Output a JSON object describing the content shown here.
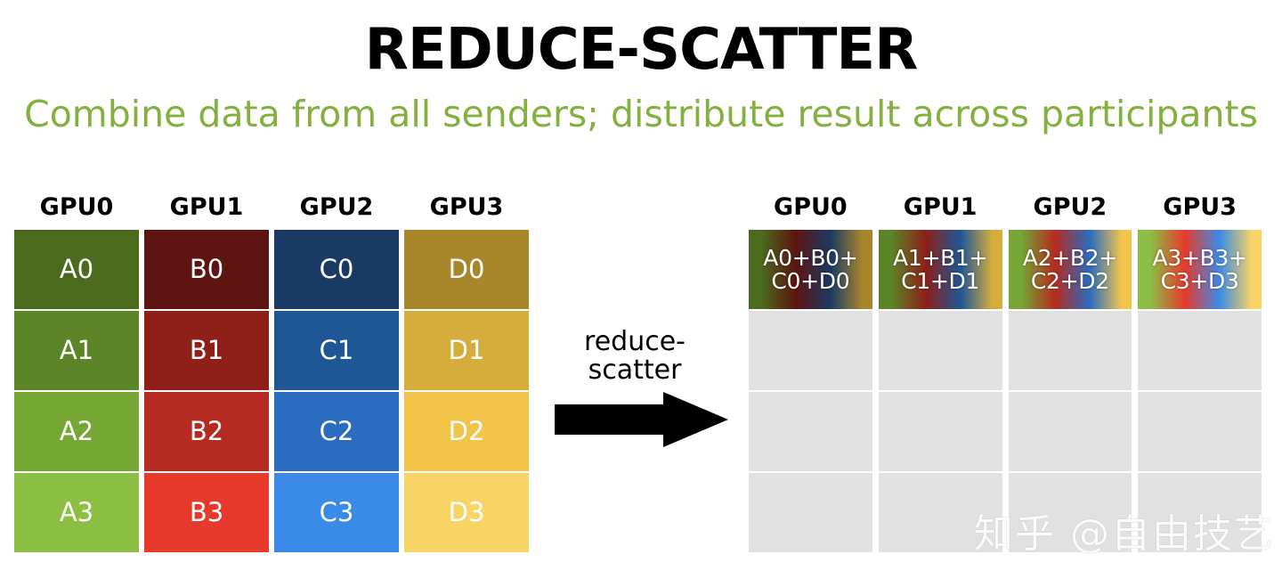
{
  "title": "REDUCE-SCATTER",
  "subtitle": "Combine data from all senders; distribute result across participants",
  "colors": {
    "title": "#000000",
    "subtitle": "#82b140",
    "empty_cell": "#e1e1e1",
    "arrow": "#000000",
    "watermark": "#fbfbfb",
    "green_ramp": [
      "#4a6b1c",
      "#5b8526",
      "#76a633",
      "#8dbf45"
    ],
    "red_ramp": [
      "#5e1410",
      "#8e1f19",
      "#b52b21",
      "#e83a2c"
    ],
    "blue_ramp": [
      "#1a3a63",
      "#1f5696",
      "#2a6cc0",
      "#3c8ae8"
    ],
    "gold_ramp": [
      "#a8862a",
      "#d6ad3d",
      "#f2c44a",
      "#f7d463"
    ]
  },
  "left_grid": {
    "headers": [
      "GPU0",
      "GPU1",
      "GPU2",
      "GPU3"
    ],
    "columns": [
      {
        "name": "gpu0",
        "cells": [
          {
            "label": "A0",
            "color": "#4a6b1c"
          },
          {
            "label": "A1",
            "color": "#5b8526"
          },
          {
            "label": "A2",
            "color": "#76a633"
          },
          {
            "label": "A3",
            "color": "#8dbf45"
          }
        ]
      },
      {
        "name": "gpu1",
        "cells": [
          {
            "label": "B0",
            "color": "#5e1410"
          },
          {
            "label": "B1",
            "color": "#8e1f19"
          },
          {
            "label": "B2",
            "color": "#b52b21"
          },
          {
            "label": "B3",
            "color": "#e83a2c"
          }
        ]
      },
      {
        "name": "gpu2",
        "cells": [
          {
            "label": "C0",
            "color": "#1a3a63"
          },
          {
            "label": "C1",
            "color": "#1f5696"
          },
          {
            "label": "C2",
            "color": "#2a6cc0"
          },
          {
            "label": "C3",
            "color": "#3c8ae8"
          }
        ]
      },
      {
        "name": "gpu3",
        "cells": [
          {
            "label": "D0",
            "color": "#a8862a"
          },
          {
            "label": "D1",
            "color": "#d6ad3d"
          },
          {
            "label": "D2",
            "color": "#f2c44a"
          },
          {
            "label": "D3",
            "color": "#f7d463"
          }
        ]
      }
    ]
  },
  "right_grid": {
    "headers": [
      "GPU0",
      "GPU1",
      "GPU2",
      "GPU3"
    ],
    "columns": [
      {
        "name": "gpu0",
        "cells": [
          {
            "label": "A0+B0+\nC0+D0",
            "gradient": [
              "#4a6b1c",
              "#5e1410",
              "#1a3a63",
              "#a8862a"
            ]
          },
          {
            "label": "",
            "empty": true
          },
          {
            "label": "",
            "empty": true
          },
          {
            "label": "",
            "empty": true
          }
        ]
      },
      {
        "name": "gpu1",
        "cells": [
          {
            "label": "A1+B1+\nC1+D1",
            "gradient": [
              "#5b8526",
              "#8e1f19",
              "#1f5696",
              "#d6ad3d"
            ]
          },
          {
            "label": "",
            "empty": true
          },
          {
            "label": "",
            "empty": true
          },
          {
            "label": "",
            "empty": true
          }
        ]
      },
      {
        "name": "gpu2",
        "cells": [
          {
            "label": "A2+B2+\nC2+D2",
            "gradient": [
              "#76a633",
              "#b52b21",
              "#2a6cc0",
              "#f2c44a"
            ]
          },
          {
            "label": "",
            "empty": true
          },
          {
            "label": "",
            "empty": true
          },
          {
            "label": "",
            "empty": true
          }
        ]
      },
      {
        "name": "gpu3",
        "cells": [
          {
            "label": "A3+B3+\nC3+D3",
            "gradient": [
              "#8dbf45",
              "#e83a2c",
              "#3c8ae8",
              "#f7d463"
            ]
          },
          {
            "label": "",
            "empty": true
          },
          {
            "label": "",
            "empty": true
          },
          {
            "label": "",
            "empty": true
          }
        ]
      }
    ]
  },
  "arrow": {
    "label": "reduce-\nscatter",
    "icon": "right-arrow-icon"
  },
  "watermark": "知乎 @自由技艺"
}
